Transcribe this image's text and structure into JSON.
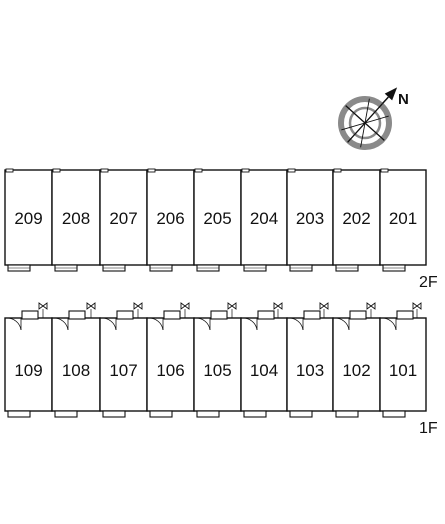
{
  "compass": {
    "north_label": "N",
    "rotation_deg": 42
  },
  "floors": [
    {
      "id": "2F",
      "label": "2F",
      "units": [
        "209",
        "208",
        "207",
        "206",
        "205",
        "204",
        "203",
        "202",
        "201"
      ]
    },
    {
      "id": "1F",
      "label": "1F",
      "units": [
        "109",
        "108",
        "107",
        "106",
        "105",
        "104",
        "103",
        "102",
        "101"
      ]
    }
  ],
  "colors": {
    "line": "#111111",
    "compass_ring": "#8a8a8a"
  }
}
